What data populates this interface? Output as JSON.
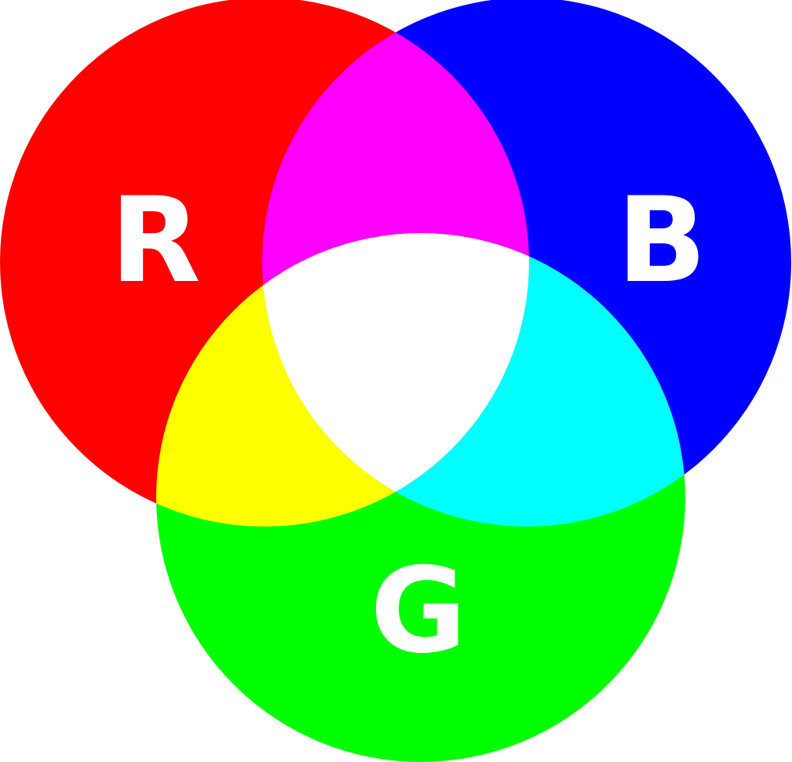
{
  "diagram": {
    "type": "additive-color-venn",
    "circles": [
      {
        "id": "red",
        "label": "R",
        "color": "#ff0000"
      },
      {
        "id": "blue",
        "label": "B",
        "color": "#0000ff"
      },
      {
        "id": "green",
        "label": "G",
        "color": "#00ff00"
      }
    ],
    "overlaps": [
      {
        "id": "red-blue",
        "color": "#ff00ff"
      },
      {
        "id": "red-green",
        "color": "#ffff00"
      },
      {
        "id": "blue-green",
        "color": "#00ffff"
      },
      {
        "id": "red-green-blue",
        "color": "#ffffff"
      }
    ]
  }
}
